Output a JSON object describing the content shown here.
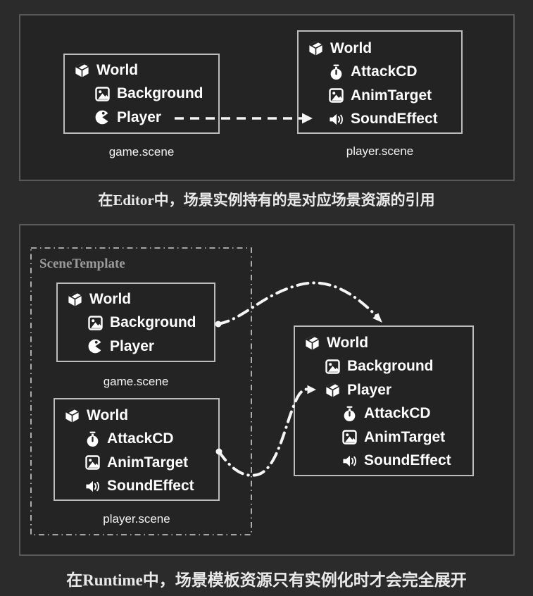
{
  "colors": {
    "background": "#2b2b2b",
    "panel_background": "#242424",
    "panel_border": "#59595b",
    "tree_box_border": "#bcbcbc",
    "text": "#fdfdfd",
    "muted_text": "#9b9b9b",
    "arrow": "#f5f5f5"
  },
  "captions": {
    "editor": "在Editor中，场景实例持有的是对应场景资源的引用",
    "runtime": "在Runtime中，场景模板资源只有实例化时才会完全展开"
  },
  "editor_section": {
    "game_scene": {
      "caption": "game.scene",
      "nodes": [
        {
          "icon": "cube-icon",
          "label": "World",
          "indent": 0
        },
        {
          "icon": "image-icon",
          "label": "Background",
          "indent": 1
        },
        {
          "icon": "pacman-icon",
          "label": "Player",
          "indent": 1
        }
      ]
    },
    "player_scene": {
      "caption": "player.scene",
      "nodes": [
        {
          "icon": "cube-icon",
          "label": "World",
          "indent": 0
        },
        {
          "icon": "stopwatch-icon",
          "label": "AttackCD",
          "indent": 1
        },
        {
          "icon": "image-icon",
          "label": "AnimTarget",
          "indent": 1
        },
        {
          "icon": "speaker-icon",
          "label": "SoundEffect",
          "indent": 1
        }
      ]
    }
  },
  "runtime_section": {
    "template_label": "SceneTemplate",
    "game_scene": {
      "caption": "game.scene",
      "nodes": [
        {
          "icon": "cube-icon",
          "label": "World",
          "indent": 0
        },
        {
          "icon": "image-icon",
          "label": "Background",
          "indent": 1
        },
        {
          "icon": "pacman-icon",
          "label": "Player",
          "indent": 1
        }
      ]
    },
    "player_scene": {
      "caption": "player.scene",
      "nodes": [
        {
          "icon": "cube-icon",
          "label": "World",
          "indent": 0
        },
        {
          "icon": "stopwatch-icon",
          "label": "AttackCD",
          "indent": 1
        },
        {
          "icon": "image-icon",
          "label": "AnimTarget",
          "indent": 1
        },
        {
          "icon": "speaker-icon",
          "label": "SoundEffect",
          "indent": 1
        }
      ]
    },
    "instance": {
      "nodes": [
        {
          "icon": "cube-icon",
          "label": "World",
          "indent": 0
        },
        {
          "icon": "image-icon",
          "label": "Background",
          "indent": 1
        },
        {
          "icon": "cube-icon",
          "label": "Player",
          "indent": 1
        },
        {
          "icon": "stopwatch-icon",
          "label": "AttackCD",
          "indent": 2
        },
        {
          "icon": "image-icon",
          "label": "AnimTarget",
          "indent": 2
        },
        {
          "icon": "speaker-icon",
          "label": "SoundEffect",
          "indent": 2
        }
      ]
    }
  }
}
